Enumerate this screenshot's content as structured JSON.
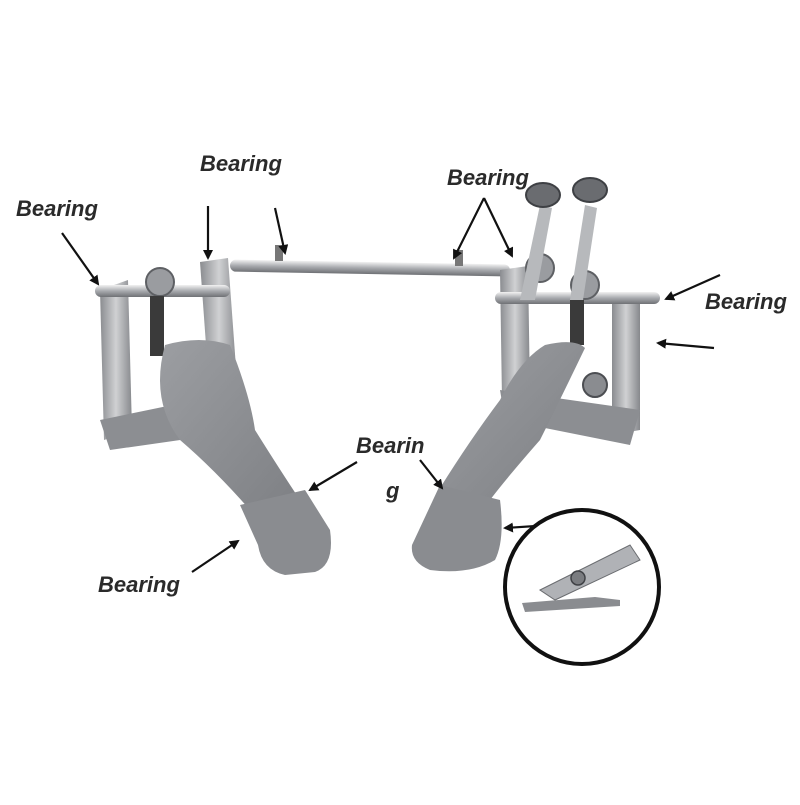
{
  "labels": {
    "top_left": "Bearing",
    "top_center": "Bearing",
    "top_right": "Bearing",
    "right": "Bearing",
    "center_line1": "Bearin",
    "center_line2": "g",
    "bottom_left": "Bearing"
  },
  "colors": {
    "metal_dark": "#7a7c80",
    "metal_mid": "#a4a6aa",
    "metal_light": "#d9dadc",
    "plate": "#8d8f93",
    "arrow": "#111111",
    "label": "#2a2a2a"
  }
}
